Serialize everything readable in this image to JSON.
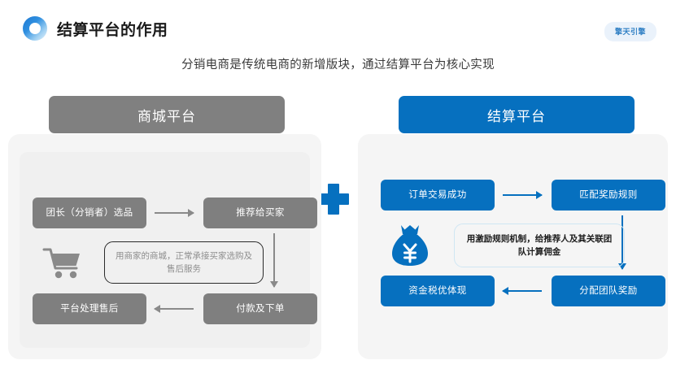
{
  "header": {
    "logo_icon": "gradient-ring-logo",
    "title": "结算平台的作用",
    "badge": "擎天引擎"
  },
  "subtitle": "分销电商是传统电商的新增版块，通过结算平台为核心实现",
  "divider": {
    "icon": "plus-icon",
    "color": "#0670bf"
  },
  "colors": {
    "gray": "#7f7f7f",
    "gray_header": "#808080",
    "blue": "#0670bf",
    "panel_bg": "#f5f5f5",
    "inner_bg": "#f0f0f0",
    "badge_bg": "#eaf2fb",
    "badge_text": "#2f7fc4"
  },
  "columns": [
    {
      "key": "mall",
      "header": "商城平台",
      "theme": "gray",
      "boxes": [
        {
          "label": "团长（分销者）选品"
        },
        {
          "label": "推荐给买家"
        },
        {
          "label": "平台处理售后"
        },
        {
          "label": "付款及下单"
        }
      ],
      "note": "用商家的商城，正常承接买家选购及售后服务",
      "icon": "shopping-cart-icon",
      "arrows": [
        {
          "name": "arrow-select-to-recommend",
          "direction": "right"
        },
        {
          "name": "arrow-payment-to-aftersale",
          "direction": "left"
        },
        {
          "name": "arrow-recommend-to-payment",
          "direction": "down"
        }
      ]
    },
    {
      "key": "settlement",
      "header": "结算平台",
      "theme": "blue",
      "boxes": [
        {
          "label": "订单交易成功"
        },
        {
          "label": "匹配奖励规则"
        },
        {
          "label": "资金税优体现"
        },
        {
          "label": "分配团队奖励"
        }
      ],
      "note": "用激励规则机制，给推荐人及其关联团队计算佣金",
      "icon": "money-bag-yuan-icon",
      "arrows": [
        {
          "name": "arrow-order-to-rule",
          "direction": "right"
        },
        {
          "name": "arrow-reward-to-withdraw",
          "direction": "left"
        },
        {
          "name": "arrow-rule-to-reward",
          "direction": "down"
        }
      ]
    }
  ]
}
